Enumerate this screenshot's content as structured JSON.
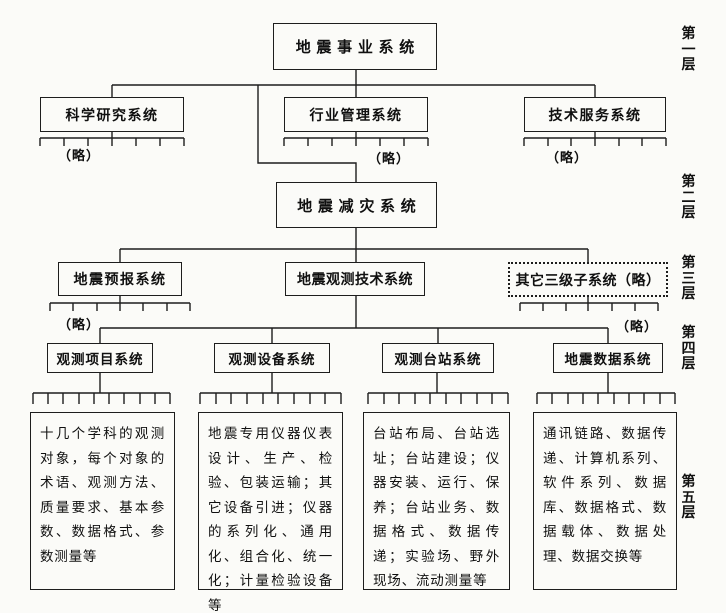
{
  "palette": {
    "background": "#fbfbf8",
    "line": "#1d1d1d",
    "text": "#101010"
  },
  "nodes": {
    "root": "地震事业系统",
    "science": "科学研究系统",
    "industry": "行业管理系统",
    "service": "技术服务系统",
    "mitigation": "地震减灾系统",
    "prediction": "地震预报系统",
    "observation": "地震观测技术系统",
    "other_sub": "其它三级子系统（略）",
    "project": "观测项目系统",
    "equipment": "观测设备系统",
    "station": "观测台站系统",
    "seismic_data": "地震数据系统"
  },
  "details": {
    "project": "十几个学科的观测对象，每个对象的术语、观测方法、质量要求、基本参数、数据格式、参数测量等",
    "equipment": "地震专用仪器仪表设计、生产、检验、包装运输；其它设备引进；仪器的系列化、通用化、组合化、统一化；计量检验设备等",
    "station": "台站布局、台站选址；台站建设；仪器安装、运行、保养；台站业务、数据格式、数据传递；实验场、野外现场、流动测量等",
    "seismic_data": "通讯链路、数据传递、计算机系列、软件系列、数据库、数据格式、数据载体、数据处理、数据交换等"
  },
  "layer_labels": {
    "l1": "第一层",
    "l2": "第二层",
    "l3": "第三层",
    "l4": "第四层",
    "l5": "第五层"
  },
  "omitted": "（略）"
}
